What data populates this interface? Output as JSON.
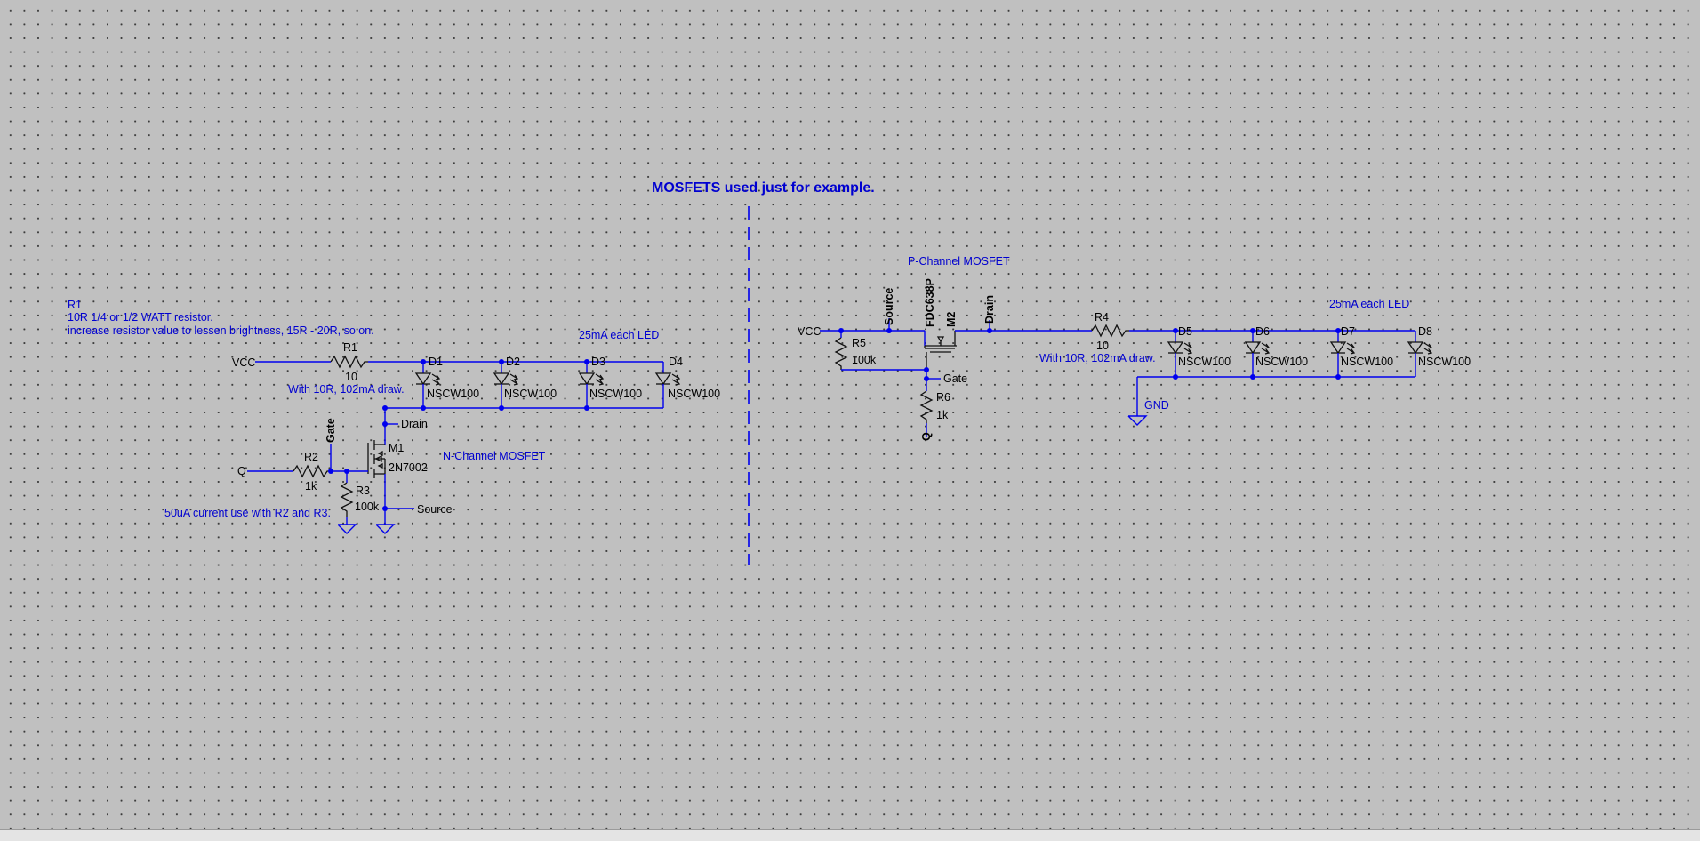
{
  "title": "MOSFETS used just for example.",
  "notes": {
    "r1_heading": "R1",
    "r1_line1": "10R 1/4 or 1/2 WATT resistor.",
    "r1_line2": "increase resistor value to lessen brightness, 15R - 20R, so on.",
    "left_per_led": "25mA each LED",
    "left_draw": "With 10R, 102mA draw.",
    "n_channel": "N-Channel MOSFET",
    "current_note": "50uA current use with R2 and R3.",
    "p_channel": "P-Channel MOSFET",
    "right_per_led": "25mA each LED",
    "right_draw": "With 10R, 102mA draw."
  },
  "nets": {
    "vcc_left": "VCC",
    "q_left": "Q",
    "drain_left": "Drain",
    "gate_left": "Gate",
    "source_left": "Source",
    "vcc_right": "VCC",
    "source_right": "Source",
    "drain_right": "Drain",
    "gate_right": "Gate",
    "q_right": "Q",
    "gnd": "GND"
  },
  "components": {
    "r1": {
      "ref": "R1",
      "value": "10"
    },
    "r2": {
      "ref": "R2",
      "value": "1k"
    },
    "r3": {
      "ref": "R3",
      "value": "100k"
    },
    "r4": {
      "ref": "R4",
      "value": "10"
    },
    "r5": {
      "ref": "R5",
      "value": "100k"
    },
    "r6": {
      "ref": "R6",
      "value": "1k"
    },
    "m1": {
      "ref": "M1",
      "value": "2N7002"
    },
    "m2": {
      "ref": "M2",
      "value": "FDC638P"
    },
    "leds": [
      {
        "ref": "D1",
        "value": "NSCW100"
      },
      {
        "ref": "D2",
        "value": "NSCW100"
      },
      {
        "ref": "D3",
        "value": "NSCW100"
      },
      {
        "ref": "D4",
        "value": "NSCW100"
      },
      {
        "ref": "D5",
        "value": "NSCW100"
      },
      {
        "ref": "D6",
        "value": "NSCW100"
      },
      {
        "ref": "D7",
        "value": "NSCW100"
      },
      {
        "ref": "D8",
        "value": "NSCW100"
      }
    ]
  },
  "colors": {
    "background": "#c0c0c0",
    "wire": "#0000ee",
    "component": "#111111",
    "comment_text": "#0000d0"
  }
}
